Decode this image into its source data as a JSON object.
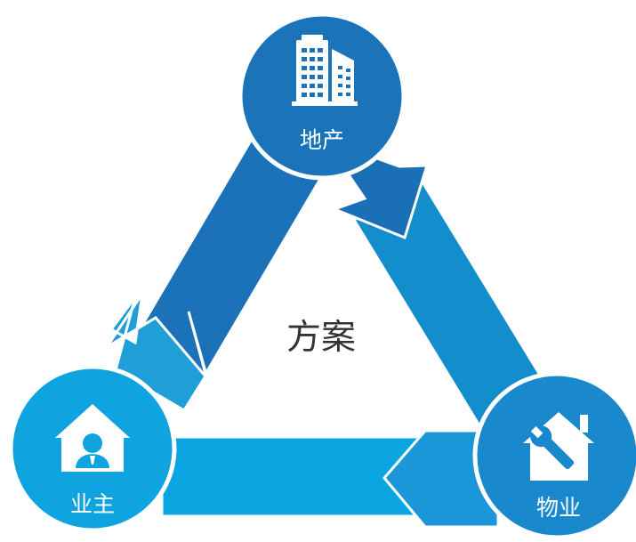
{
  "center_label": "方案",
  "nodes": {
    "developer": {
      "label": "地产",
      "icon": "office-building-icon",
      "color": "#1B74B9"
    },
    "owner": {
      "label": "业主",
      "icon": "house-person-icon",
      "color": "#0FA3DF"
    },
    "property": {
      "label": "物业",
      "icon": "house-wrench-icon",
      "color": "#1A88CC"
    }
  },
  "colors": {
    "arrow_owner_to_developer_head": "#1F9ED8",
    "arrow_owner_to_developer_body": "#1C72B8",
    "arrow_developer_to_property_head": "#1A6FB7",
    "arrow_developer_to_property_body": "#148DCD",
    "arrow_property_to_owner_head": "#1B97D9",
    "arrow_property_to_owner_body": "#0BA6E1",
    "circle_border": "#ffffff",
    "label_text": "#ffffff",
    "center_text": "#333333"
  }
}
